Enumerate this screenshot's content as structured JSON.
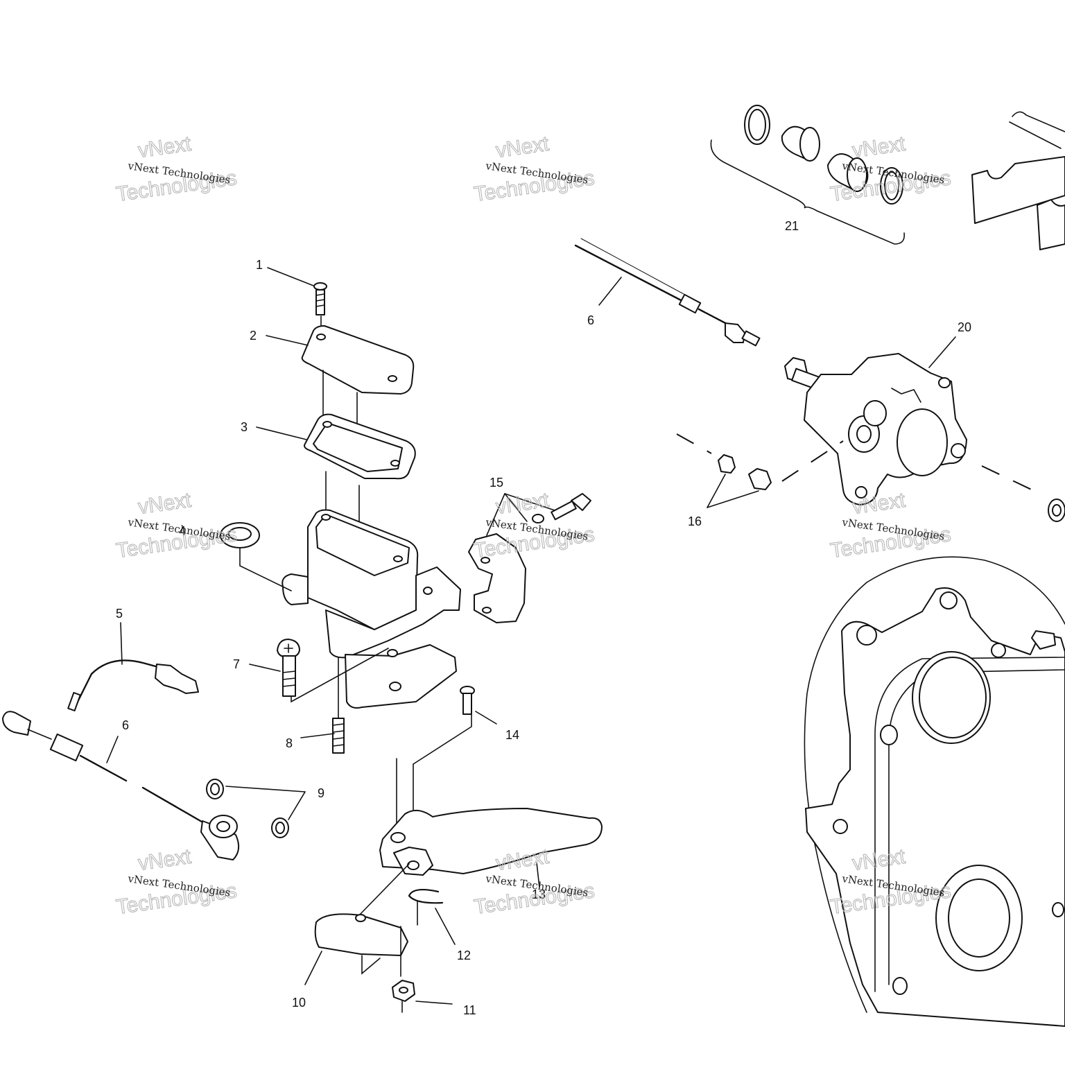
{
  "diagram": {
    "callouts": {
      "c1": "1",
      "c2": "2",
      "c3": "3",
      "c4": "4",
      "c5": "5",
      "c6a": "6",
      "c6b": "6",
      "c7": "7",
      "c8": "8",
      "c9": "9",
      "c10": "10",
      "c11": "11",
      "c12": "12",
      "c13": "13",
      "c14": "14",
      "c15": "15",
      "c16": "16",
      "c20": "20",
      "c21": "21"
    },
    "watermark": {
      "line1": "vNext Technologies",
      "outline_a": "vNext",
      "outline_b": "Technologies"
    },
    "colors": {
      "ink": "#111111",
      "watermark_outline": "#b8b8b8"
    }
  }
}
